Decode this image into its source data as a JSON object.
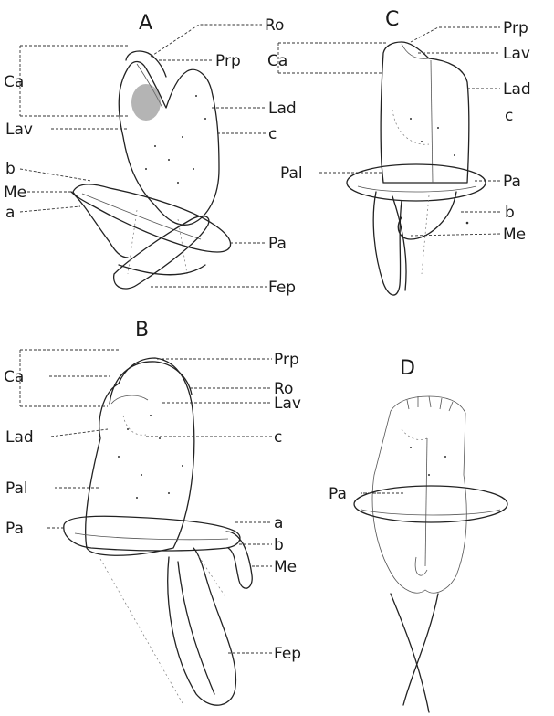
{
  "panels": {
    "A": {
      "letter": "A",
      "labels": {
        "ro": "Ro",
        "prp": "Prp",
        "ca": "Ca",
        "lad": "Lad",
        "lav": "Lav",
        "c": "c",
        "b": "b",
        "me": "Me",
        "a": "a",
        "pa": "Pa",
        "fep": "Fep"
      }
    },
    "B": {
      "letter": "B",
      "labels": {
        "prp": "Prp",
        "ca": "Ca",
        "ro": "Ro",
        "lav": "Lav",
        "lad": "Lad",
        "c": "c",
        "pal": "Pal",
        "pa": "Pa",
        "a": "a",
        "b": "b",
        "me": "Me",
        "fep": "Fep"
      }
    },
    "C": {
      "letter": "C",
      "labels": {
        "prp": "Prp",
        "ca": "Ca",
        "lav": "Lav",
        "lad": "Lad",
        "c": "c",
        "pal": "Pal",
        "pa": "Pa",
        "b": "b",
        "me": "Me"
      }
    },
    "D": {
      "letter": "D",
      "labels": {
        "pa": "Pa"
      }
    }
  }
}
